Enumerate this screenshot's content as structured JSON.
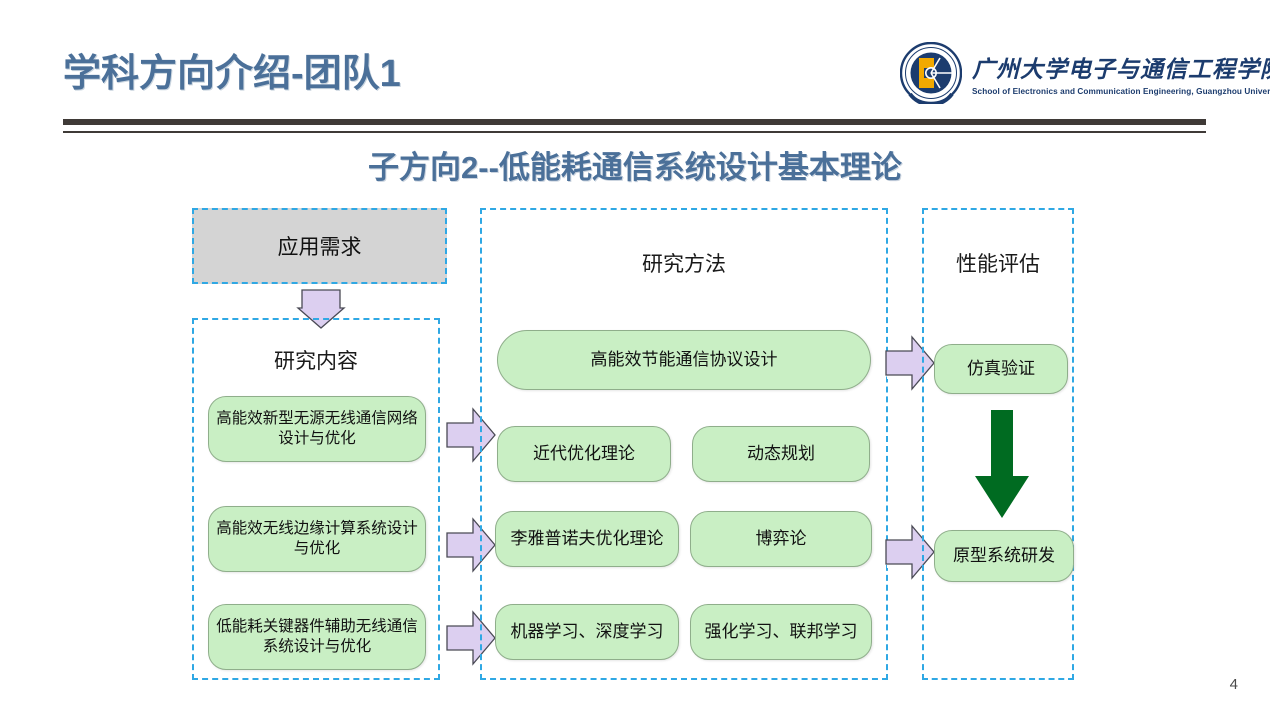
{
  "header": {
    "title": "学科方向介绍-团队1",
    "logo": {
      "cn_name": "广州大学电子与通信工程学院",
      "en_name": "School of Electronics and Communication Engineering, Guangzhou University"
    }
  },
  "subtitle": "子方向2--低能耗通信系统设计基本理论",
  "columns": {
    "application": {
      "box_label": "应用需求"
    },
    "research_content": {
      "heading": "研究内容",
      "items": [
        "高能效新型无源无线通信网络设计与优化",
        "高能效无线边缘计算系统设计与优化",
        "低能耗关键器件辅助无线通信系统设计与优化"
      ]
    },
    "research_methods": {
      "heading": "研究方法",
      "items": [
        "高能效节能通信协议设计",
        "近代优化理论",
        "动态规划",
        "李雅普诺夫优化理论",
        "博弈论",
        "机器学习、深度学习",
        "强化学习、联邦学习"
      ]
    },
    "performance_eval": {
      "heading": "性能评估",
      "items": [
        "仿真验证",
        "原型系统研发"
      ]
    }
  },
  "colors": {
    "title_blue": "#4B7099",
    "dashed_cyan": "#2FA8E4",
    "green_fill": "#C9EFC4",
    "arrow_purple": "#DCCFF0",
    "big_arrow_green": "#006B21",
    "gray_fill": "#D4D4D4"
  },
  "page_number": "4"
}
